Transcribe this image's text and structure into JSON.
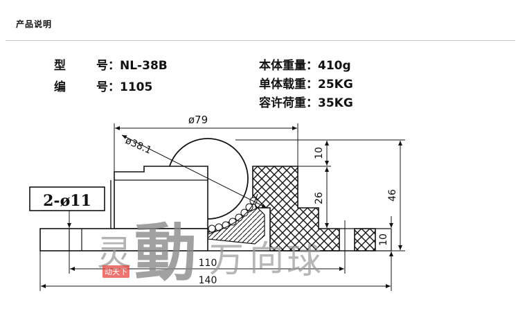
{
  "header": {
    "title": "产品说明"
  },
  "specs_left": [
    {
      "label_a": "型",
      "label_b": "号",
      "sep": "：",
      "value": "NL-38B"
    },
    {
      "label_a": "编",
      "label_b": "号",
      "sep": "：",
      "value": "1105"
    }
  ],
  "specs_right": [
    {
      "label": "本体重量",
      "sep": "：",
      "value": "410g"
    },
    {
      "label": "单体载重",
      "sep": "：",
      "value": "25KG"
    },
    {
      "label": "容许荷重",
      "sep": "：",
      "value": "35KG"
    }
  ],
  "drawing": {
    "dims": {
      "overall_diameter": "ø79",
      "ball_diameter": "ø38.1",
      "top_offset": "10",
      "body_height": "26",
      "total_height": "46",
      "flange_thickness": "10",
      "hole_spacing": "110",
      "flange_length": "140"
    },
    "hole_callout": "2-ø11"
  },
  "watermark": {
    "chars": [
      "灵",
      "動",
      "万",
      "向",
      "球"
    ],
    "stamp": "动天下"
  },
  "colors": {
    "line": "#111111",
    "hatch": "#111111",
    "watermark": "#9a9a9a",
    "stamp": "#e53935"
  }
}
